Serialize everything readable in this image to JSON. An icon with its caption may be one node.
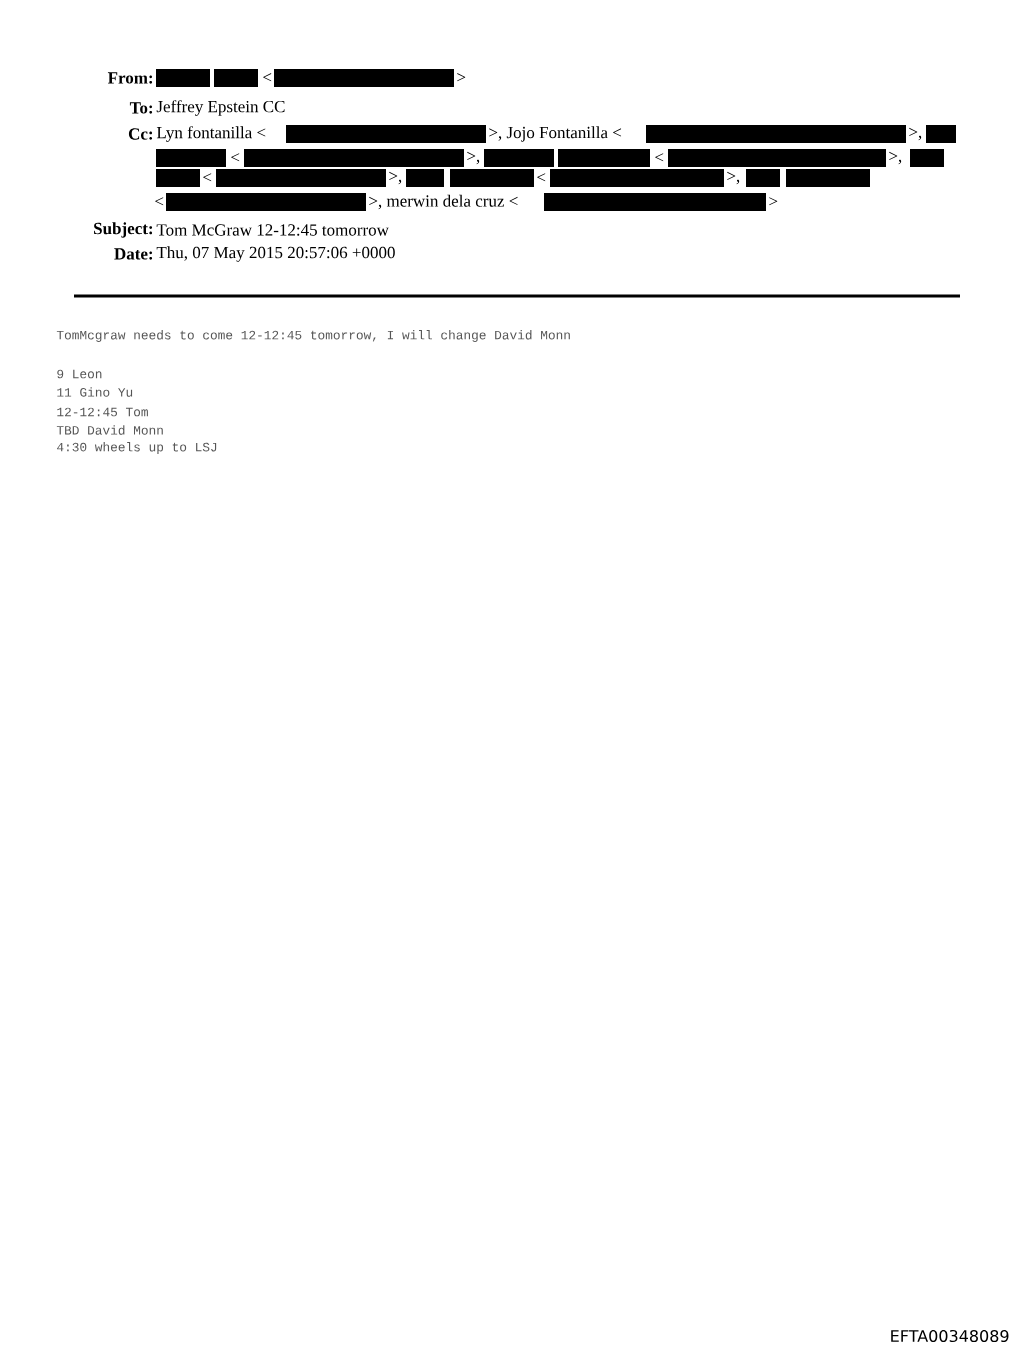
{
  "diagram": {
    "labels": [
      "From:",
      "<",
      ">",
      "To:",
      "Jeffrey Epstein CC",
      "Cc:",
      "Lyn fontanilla <",
      ">, Jojo Fontanilla <",
      ">,",
      "<",
      ">,",
      "<",
      ">,",
      "<",
      ">,",
      "<",
      ">,",
      "<",
      ">, merwin dela cruz <",
      ">",
      "Subject:",
      "Tom McGraw 12-12:45 tomorrow",
      "Date:",
      "Thu, 07 May 2015 20:57:06 +0000",
      "TomMcgraw needs to come 12-12:45 tomorrow, I will change David Monn",
      "9 Leon",
      "11 Gino Yu",
      "12-12:45 Tom",
      "TBD David Monn",
      "4:30 wheels up to LSJ",
      "EFTA00348089"
    ]
  }
}
